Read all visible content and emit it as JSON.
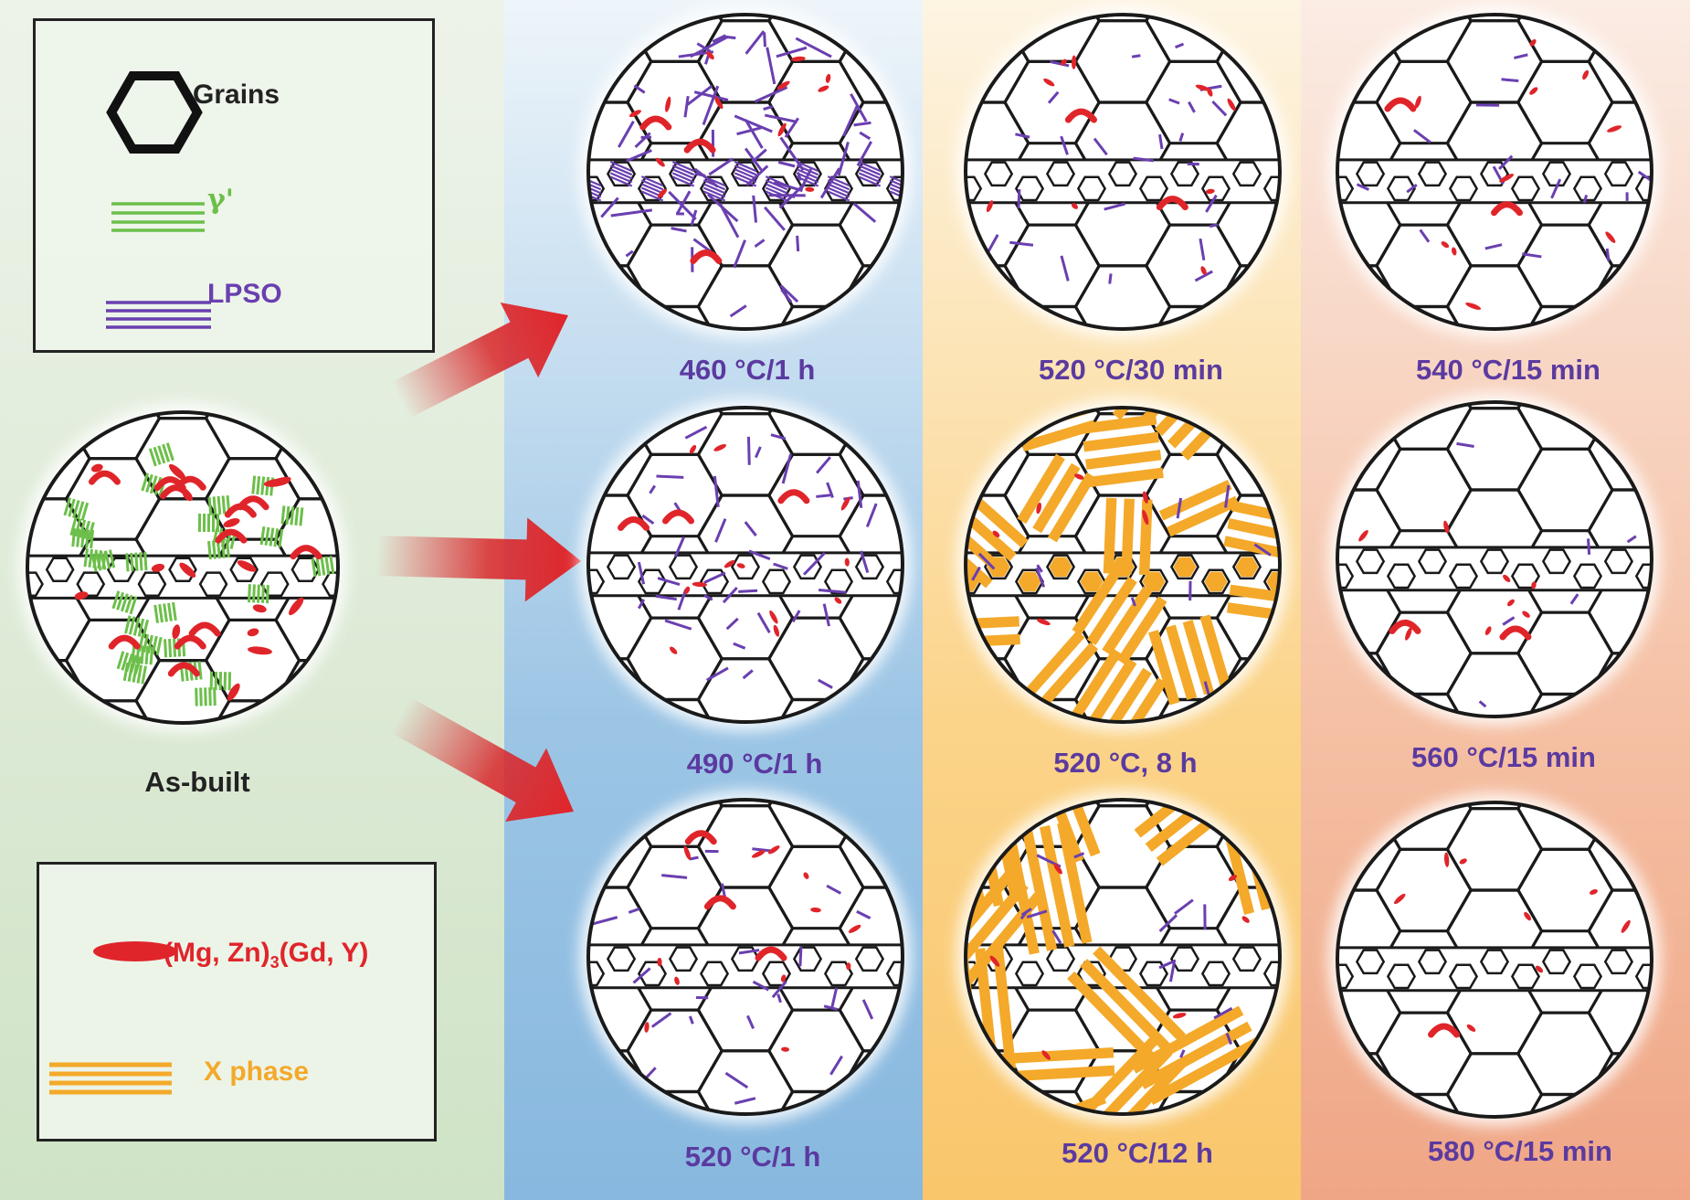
{
  "legend_top": {
    "grains": "Grains",
    "gamma": "γ'",
    "lpso": "LPSO"
  },
  "legend_bottom": {
    "phase_main": "(Mg, Zn)",
    "phase_sub": "3",
    "phase_tail": "(Gd, Y)",
    "x_phase": "X phase"
  },
  "captions": {
    "as_built": "As-built",
    "c460": "460 °C/1 h",
    "c490": "490 °C/1 h",
    "c520_1h": "520 °C/1 h",
    "c520_30": "520 °C/30 min",
    "c520_8": "520 °C, 8 h",
    "c520_12": "520 °C/12 h",
    "c540": "540 °C/15 min",
    "c560": "560 °C/15 min",
    "c580": "580 °C/15 min"
  },
  "colors": {
    "grain_line": "#1a1a1a",
    "gamma": "#6cbf4a",
    "lpso": "#6a3fb0",
    "intermetallic": "#e0252a",
    "x_phase": "#f4a92a",
    "arrow": "#d8262a"
  }
}
